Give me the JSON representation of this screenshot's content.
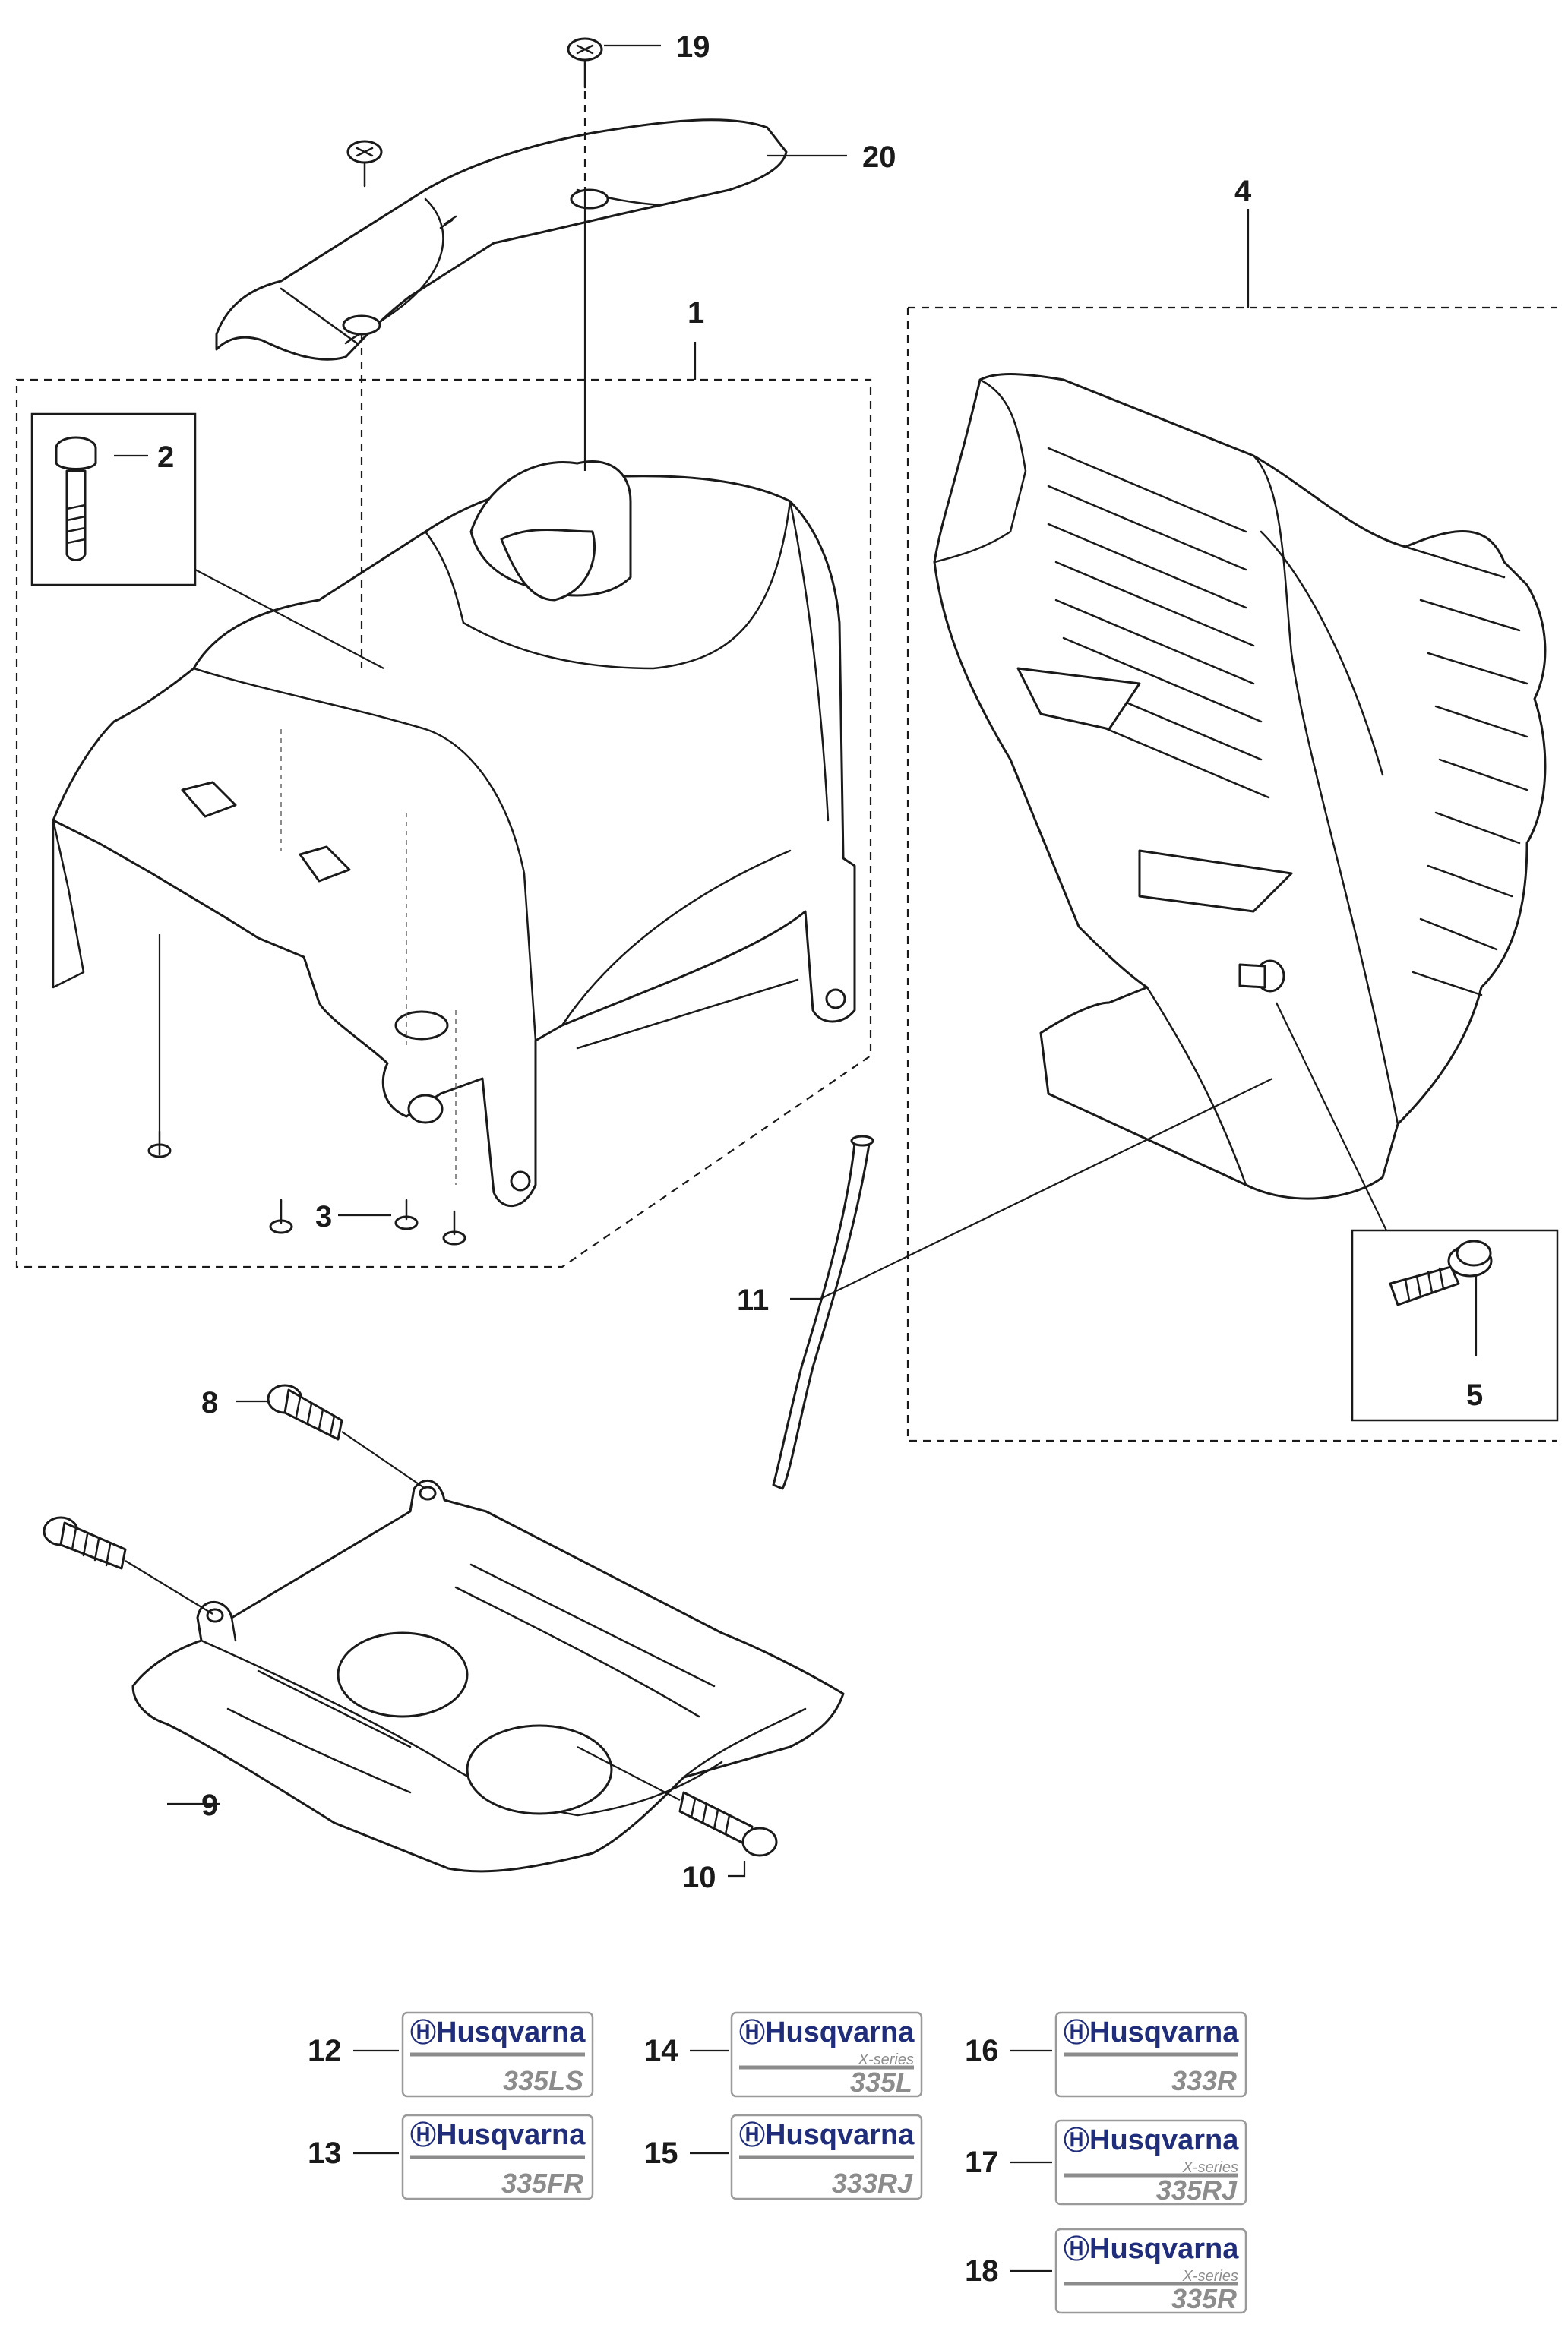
{
  "callouts": {
    "c1": "1",
    "c2": "2",
    "c3": "3",
    "c4": "4",
    "c5": "5",
    "c8": "8",
    "c9": "9",
    "c10": "10",
    "c11": "11",
    "c12": "12",
    "c13": "13",
    "c14": "14",
    "c15": "15",
    "c16": "16",
    "c17": "17",
    "c18": "18",
    "c19": "19",
    "c20": "20"
  },
  "decals": {
    "d12": {
      "brand": "Husqvarna",
      "series": "",
      "model": "335LS"
    },
    "d13": {
      "brand": "Husqvarna",
      "series": "",
      "model": "335FR"
    },
    "d14": {
      "brand": "Husqvarna",
      "series": "X-series",
      "model": "335L"
    },
    "d15": {
      "brand": "Husqvarna",
      "series": "",
      "model": "333RJ"
    },
    "d16": {
      "brand": "Husqvarna",
      "series": "",
      "model": "333R"
    },
    "d17": {
      "brand": "Husqvarna",
      "series": "X-series",
      "model": "335RJ"
    },
    "d18": {
      "brand": "Husqvarna",
      "series": "X-series",
      "model": "335R"
    }
  },
  "colors": {
    "brand_blue": "#1f2d7a",
    "decal_grey": "#8c8c8c",
    "line": "#1a1a1a"
  }
}
